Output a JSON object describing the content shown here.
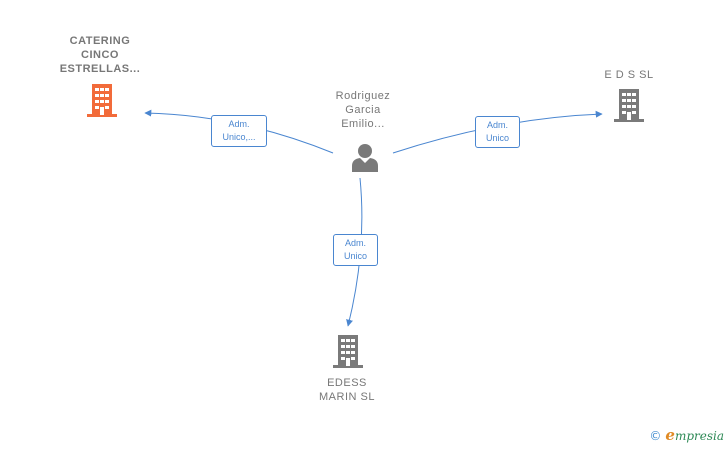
{
  "nodes": {
    "catering": {
      "label_lines": [
        "CATERING",
        "CINCO",
        "ESTRELLAS..."
      ],
      "color": "#f26b3a",
      "icon": "building-icon"
    },
    "eds": {
      "label_lines": [
        "E D S  SL"
      ],
      "color": "#7a7a7a",
      "icon": "building-icon"
    },
    "person": {
      "label_lines": [
        "Rodriguez",
        "Garcia",
        "Emilio..."
      ],
      "color": "#7a7a7a",
      "icon": "person-icon"
    },
    "edess": {
      "label_lines": [
        "EDESS",
        "MARIN  SL"
      ],
      "color": "#7a7a7a",
      "icon": "building-icon"
    }
  },
  "edges": [
    {
      "from": "person",
      "to": "catering",
      "label_lines": [
        "Adm.",
        "Unico,..."
      ]
    },
    {
      "from": "person",
      "to": "eds",
      "label_lines": [
        "Adm.",
        "Unico"
      ]
    },
    {
      "from": "person",
      "to": "edess",
      "label_lines": [
        "Adm.",
        "Unico"
      ]
    }
  ],
  "edge_color": "#4a86d0",
  "brand": {
    "copyright_symbol": "©",
    "initial": "e",
    "name": "mpresia"
  }
}
